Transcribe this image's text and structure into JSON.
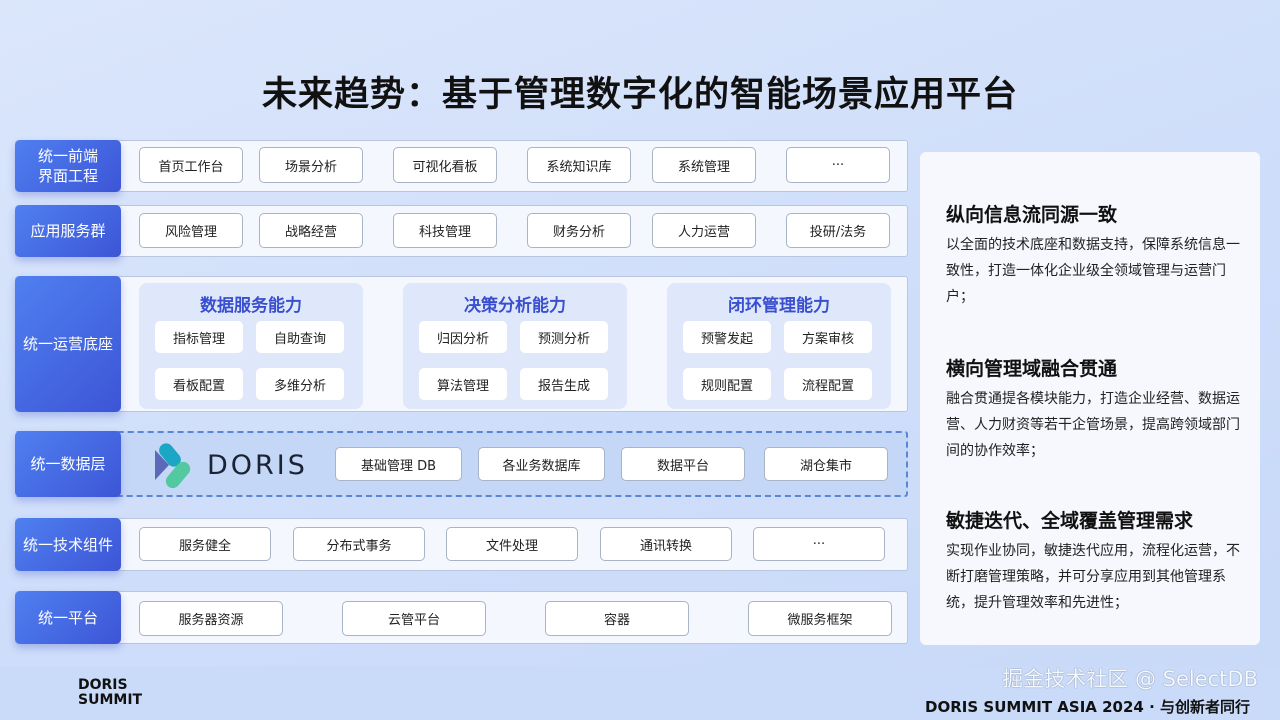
{
  "title": "未来趋势：基于管理数字化的智能场景应用平台",
  "rows": {
    "frontend": {
      "label": "统一前端\n界面工程",
      "items": [
        "首页工作台",
        "场景分析",
        "可视化看板",
        "系统知识库",
        "系统管理",
        "···"
      ]
    },
    "services": {
      "label": "应用服务群",
      "items": [
        "风险管理",
        "战略经营",
        "科技管理",
        "财务分析",
        "人力运营",
        "投研/法务"
      ]
    },
    "ops": {
      "label": "统一运营底座",
      "groups": [
        {
          "title": "数据服务能力",
          "items": [
            "指标管理",
            "自助查询",
            "看板配置",
            "多维分析"
          ]
        },
        {
          "title": "决策分析能力",
          "items": [
            "归因分析",
            "预测分析",
            "算法管理",
            "报告生成"
          ]
        },
        {
          "title": "闭环管理能力",
          "items": [
            "预警发起",
            "方案审核",
            "规则配置",
            "流程配置"
          ]
        }
      ]
    },
    "data": {
      "label": "统一数据层",
      "logo_text": "DORIS",
      "items": [
        "基础管理 DB",
        "各业务数据库",
        "数据平台",
        "湖仓集市"
      ]
    },
    "tech": {
      "label": "统一技术组件",
      "items": [
        "服务健全",
        "分布式事务",
        "文件处理",
        "通讯转换",
        "···"
      ]
    },
    "platform": {
      "label": "统一平台",
      "items": [
        "服务器资源",
        "云管平台",
        "容器",
        "微服务框架"
      ]
    }
  },
  "panel": [
    {
      "heading": "纵向信息流同源一致",
      "text": "以全面的技术底座和数据支持，保障系统信息一致性，打造一体化企业级全领域管理与运营门户；"
    },
    {
      "heading": "横向管理域融合贯通",
      "text": "融合贯通提各模块能力，打造企业经营、数据运营、人力财资等若干企管场景，提高跨领域部门间的协作效率；"
    },
    {
      "heading": "敏捷迭代、全域覆盖管理需求",
      "text": "实现作业协同，敏捷迭代应用，流程化运营，不断打磨管理策略，并可分享应用到其他管理系统，提升管理效率和先进性；"
    }
  ],
  "footer": {
    "logo_line1": "DORIS",
    "logo_line2": "SUMMIT",
    "right": "DORIS SUMMIT ASIA 2024 · 与创新者同行",
    "watermark": "掘金技术社区 @ SelectDB"
  }
}
